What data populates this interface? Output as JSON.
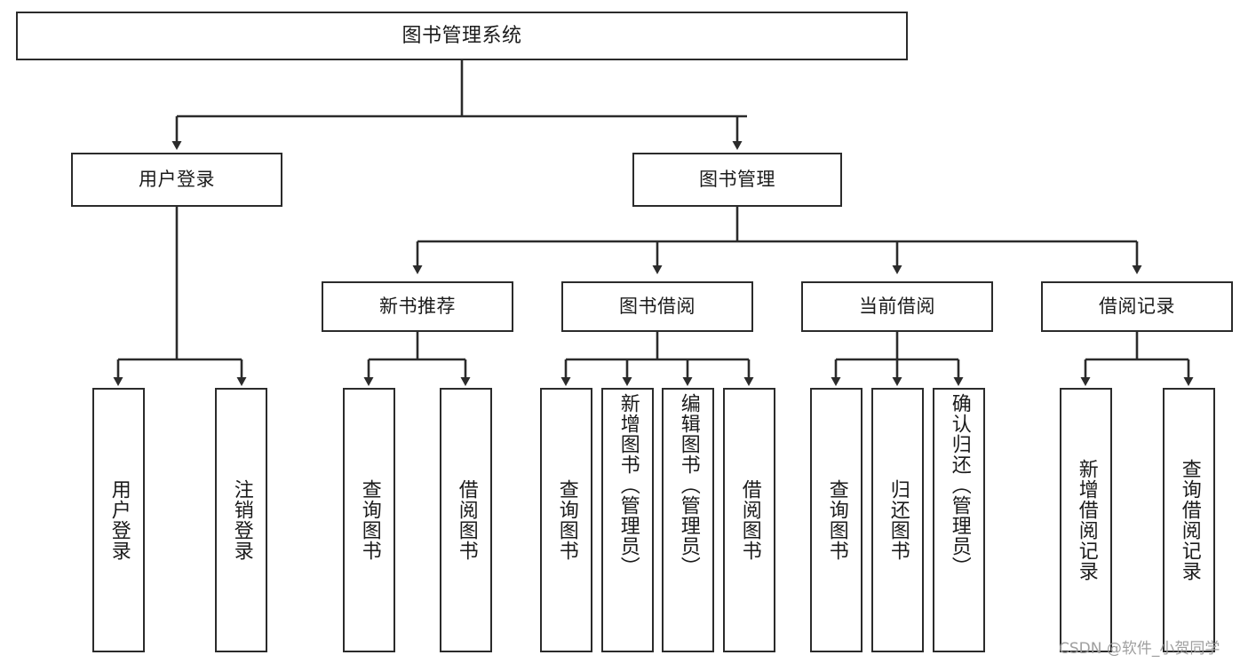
{
  "diagram": {
    "title": "图书管理系统",
    "type": "hierarchy-tree",
    "watermark": "CSDN @软件_小贺同学",
    "colors": {
      "box_border": "#2b2b2b",
      "box_fill": "#ffffff",
      "connector": "#2b2b2b",
      "text": "#1b1b1b",
      "watermark": "#9a9a9a"
    },
    "levels": [
      {
        "level": 1,
        "nodes": [
          {
            "id": "root",
            "label": "图书管理系统",
            "orientation": "horizontal"
          }
        ]
      },
      {
        "level": 2,
        "nodes": [
          {
            "id": "user-login",
            "label": "用户登录",
            "orientation": "horizontal",
            "parent": "root"
          },
          {
            "id": "book-manage",
            "label": "图书管理",
            "orientation": "horizontal",
            "parent": "root"
          }
        ]
      },
      {
        "level": 3,
        "nodes": [
          {
            "id": "new-book-rec",
            "label": "新书推荐",
            "orientation": "horizontal",
            "parent": "book-manage"
          },
          {
            "id": "book-borrow",
            "label": "图书借阅",
            "orientation": "horizontal",
            "parent": "book-manage"
          },
          {
            "id": "current-borrow",
            "label": "当前借阅",
            "orientation": "horizontal",
            "parent": "book-manage"
          },
          {
            "id": "borrow-record",
            "label": "借阅记录",
            "orientation": "horizontal",
            "parent": "book-manage"
          }
        ]
      },
      {
        "level": 4,
        "nodes": [
          {
            "id": "leaf-user-login",
            "label": "用户登录",
            "orientation": "vertical",
            "parent": "user-login"
          },
          {
            "id": "leaf-logout",
            "label": "注销登录",
            "orientation": "vertical",
            "parent": "user-login"
          },
          {
            "id": "leaf-query-book-1",
            "label": "查询图书",
            "orientation": "vertical",
            "parent": "new-book-rec"
          },
          {
            "id": "leaf-borrow-book-1",
            "label": "借阅图书",
            "orientation": "vertical",
            "parent": "new-book-rec"
          },
          {
            "id": "leaf-query-book-2",
            "label": "查询图书",
            "orientation": "vertical",
            "parent": "book-borrow"
          },
          {
            "id": "leaf-add-book",
            "label": "新增图书（管理员）",
            "orientation": "vertical",
            "parent": "book-borrow"
          },
          {
            "id": "leaf-edit-book",
            "label": "编辑图书（管理员）",
            "orientation": "vertical",
            "parent": "book-borrow"
          },
          {
            "id": "leaf-borrow-book-2",
            "label": "借阅图书",
            "orientation": "vertical",
            "parent": "book-borrow"
          },
          {
            "id": "leaf-query-book-3",
            "label": "查询图书",
            "orientation": "vertical",
            "parent": "current-borrow"
          },
          {
            "id": "leaf-return-book",
            "label": "归还图书",
            "orientation": "vertical",
            "parent": "current-borrow"
          },
          {
            "id": "leaf-confirm-return",
            "label": "确认归还（管理员）",
            "orientation": "vertical",
            "parent": "current-borrow"
          },
          {
            "id": "leaf-add-record",
            "label": "新增借阅记录",
            "orientation": "vertical",
            "parent": "borrow-record"
          },
          {
            "id": "leaf-query-record",
            "label": "查询借阅记录",
            "orientation": "vertical",
            "parent": "borrow-record"
          }
        ]
      }
    ]
  }
}
